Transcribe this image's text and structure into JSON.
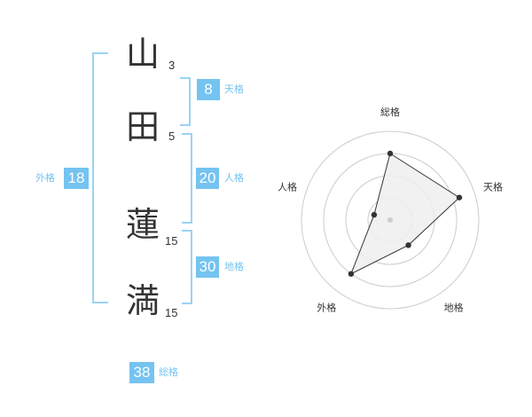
{
  "name": {
    "chars": [
      {
        "char": "山",
        "strokes": "3"
      },
      {
        "char": "田",
        "strokes": "5"
      },
      {
        "char": "蓮",
        "strokes": "15"
      },
      {
        "char": "満",
        "strokes": "15"
      }
    ]
  },
  "kaku": {
    "tenkaku": {
      "value": "8",
      "label": "天格"
    },
    "jinkaku": {
      "value": "20",
      "label": "人格"
    },
    "chikaku": {
      "value": "30",
      "label": "地格"
    },
    "gaikaku": {
      "value": "18",
      "label": "外格"
    },
    "soukaku": {
      "value": "38",
      "label": "総格"
    }
  },
  "colors": {
    "accent": "#74c3f0",
    "bracket": "#9ad3f5",
    "ring": "#cccccc",
    "fill": "#eeeeee"
  },
  "chart_data": {
    "type": "radar",
    "axes": [
      "総格",
      "天格",
      "地格",
      "外格",
      "人格"
    ],
    "values": [
      0.75,
      0.82,
      0.35,
      0.75,
      0.19
    ],
    "max": 1,
    "rings": 4
  }
}
